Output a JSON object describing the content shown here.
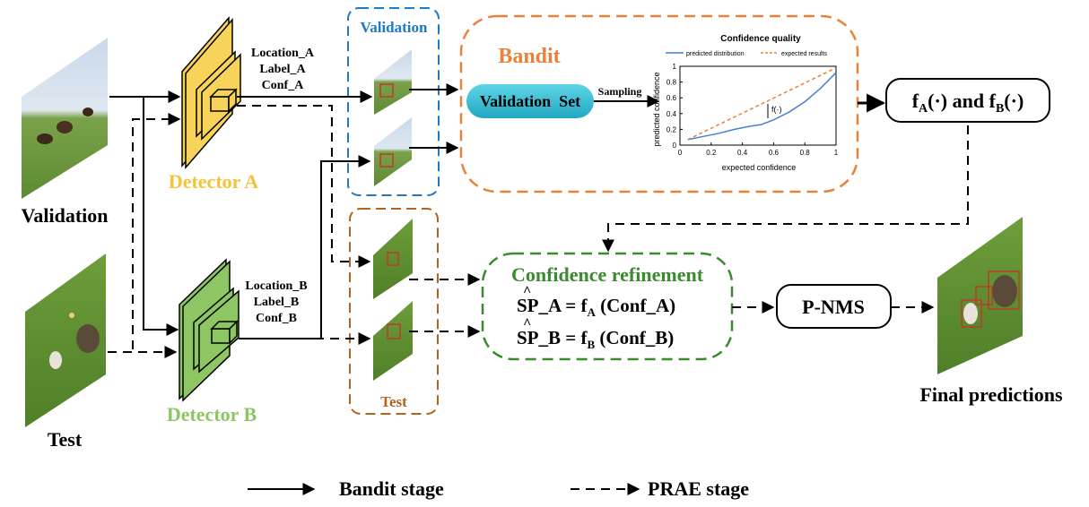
{
  "inputs": {
    "validation_label": "Validation",
    "test_label": "Test"
  },
  "detector_a": {
    "name": "Detector A",
    "outputs": [
      "Location_A",
      "Label_A",
      "Conf_A"
    ],
    "color": "#f7d35a"
  },
  "detector_b": {
    "name": "Detector B",
    "outputs": [
      "Location_B",
      "Label_B",
      "Conf_B"
    ],
    "color": "#8ec663"
  },
  "validation_group": {
    "title": "Validation",
    "color": "#1f78c8"
  },
  "test_group": {
    "title": "Test",
    "color": "#b4621c"
  },
  "bandit": {
    "title": "Bandit",
    "color": "#e8823a",
    "validation_set_label": "Validation  Set",
    "sampling_label": "Sampling",
    "chart_data": {
      "type": "line",
      "title": "Confidence quality",
      "xlabel": "expected confidence",
      "ylabel": "predicted confidence",
      "xlim": [
        0,
        1
      ],
      "ylim": [
        0,
        1
      ],
      "xticks": [
        "0",
        "0.2",
        "0.4",
        "0.6",
        "0.8",
        "1"
      ],
      "yticks": [
        "0",
        "0.2",
        "0.4",
        "0.6",
        "0.8",
        "1"
      ],
      "annotation": "f(·)",
      "legend_position": "top",
      "series": [
        {
          "name": "predicted distribution",
          "color": "#4a7fd1",
          "style": "solid",
          "x": [
            0.05,
            0.15,
            0.25,
            0.35,
            0.45,
            0.52,
            0.6,
            0.7,
            0.8,
            0.9,
            1.0
          ],
          "y": [
            0.07,
            0.11,
            0.15,
            0.2,
            0.24,
            0.26,
            0.32,
            0.42,
            0.55,
            0.72,
            0.92
          ]
        },
        {
          "name": "expected results",
          "color": "#e8823a",
          "style": "dashed",
          "x": [
            0.05,
            1.0
          ],
          "y": [
            0.07,
            0.98
          ]
        }
      ]
    }
  },
  "functions_label": "f",
  "functions_parts": {
    "a_sub": "A",
    "b_sub": "B",
    "call": "(·)",
    "and": " and "
  },
  "refinement": {
    "title": "Confidence refinement",
    "color": "#3a8a2e",
    "eq_a_lhs": "SP_A = f",
    "eq_a_sub": "A",
    "eq_a_rhs": " (Conf_A)",
    "eq_b_lhs": "SP_B = f",
    "eq_b_sub": "B",
    "eq_b_rhs": " (Conf_B)",
    "hat": "^"
  },
  "pnms_label": "P-NMS",
  "final_label": "Final predictions",
  "legend": {
    "solid_label": "Bandit stage",
    "dashed_label": "PRAE stage"
  }
}
